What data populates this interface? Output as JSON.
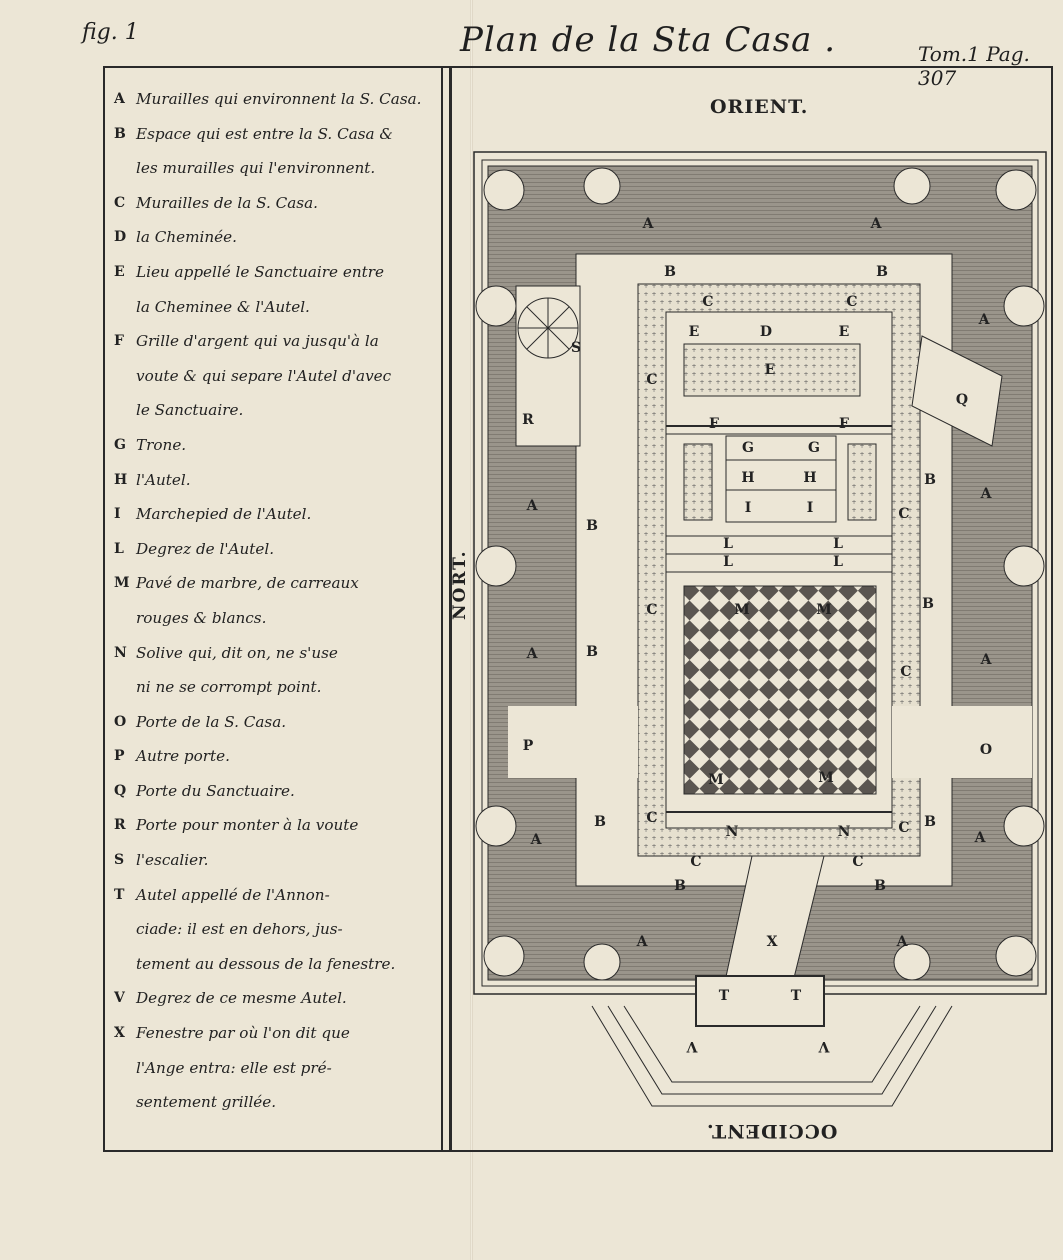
{
  "header": {
    "fig": "fig. 1",
    "title": "Plan de la Sta Casa .",
    "tome": "Tom.1 Pag. 307"
  },
  "compass": {
    "top": "ORIENT.",
    "left": "NORT.",
    "bottom": "OCCIDENT."
  },
  "legend": [
    {
      "key": "A",
      "text": "Murailles qui environnent la S. Casa."
    },
    {
      "key": "B",
      "text": "Espace qui est entre la S. Casa &"
    },
    {
      "key": "",
      "text": "les murailles qui l'environnent."
    },
    {
      "key": "C",
      "text": "Murailles de la S. Casa."
    },
    {
      "key": "D",
      "text": "la Cheminée."
    },
    {
      "key": "E",
      "text": "Lieu appellé le Sanctuaire entre"
    },
    {
      "key": "",
      "text": "la Cheminee & l'Autel."
    },
    {
      "key": "F",
      "text": "Grille d'argent qui va jusqu'à la"
    },
    {
      "key": "",
      "text": "voute & qui separe l'Autel d'avec"
    },
    {
      "key": "",
      "text": "le Sanctuaire."
    },
    {
      "key": "G",
      "text": "Trone."
    },
    {
      "key": "H",
      "text": "l'Autel."
    },
    {
      "key": "I",
      "text": "Marchepied de l'Autel."
    },
    {
      "key": "L",
      "text": "Degrez de l'Autel."
    },
    {
      "key": "M",
      "text": "Pavé de marbre, de carreaux"
    },
    {
      "key": "",
      "text": "rouges & blancs."
    },
    {
      "key": "N",
      "text": "Solive qui, dit on, ne s'use"
    },
    {
      "key": "",
      "text": "ni ne se corrompt point."
    },
    {
      "key": "O",
      "text": "Porte de la S. Casa."
    },
    {
      "key": "P",
      "text": "Autre porte."
    },
    {
      "key": "Q",
      "text": "Porte du Sanctuaire."
    },
    {
      "key": "R",
      "text": "Porte pour monter à la voute"
    },
    {
      "key": "S",
      "text": "l'escalier."
    },
    {
      "key": "T",
      "text": "Autel appellé de l'Annon-"
    },
    {
      "key": "",
      "text": "ciade: il est en dehors, jus-"
    },
    {
      "key": "",
      "text": "tement au dessous de la fenestre."
    },
    {
      "key": "V",
      "text": "Degrez de ce mesme Autel."
    },
    {
      "key": "X",
      "text": "Fenestre par où l'on dit que"
    },
    {
      "key": "",
      "text": "l'Ange entra: elle est pré-"
    },
    {
      "key": "",
      "text": "sentement grillée."
    }
  ],
  "plan_labels": {
    "A": "A",
    "B": "B",
    "C": "C",
    "D": "D",
    "E": "E",
    "F": "F",
    "G": "G",
    "H": "H",
    "I": "I",
    "L": "L",
    "M": "M",
    "N": "N",
    "O": "O",
    "P": "P",
    "Q": "Q",
    "R": "R",
    "S": "S",
    "T": "T",
    "V": "V",
    "X": "X"
  },
  "colors": {
    "paper": "#ece6d6",
    "wall": "#8f8a80",
    "ink": "#2a2a2a"
  }
}
